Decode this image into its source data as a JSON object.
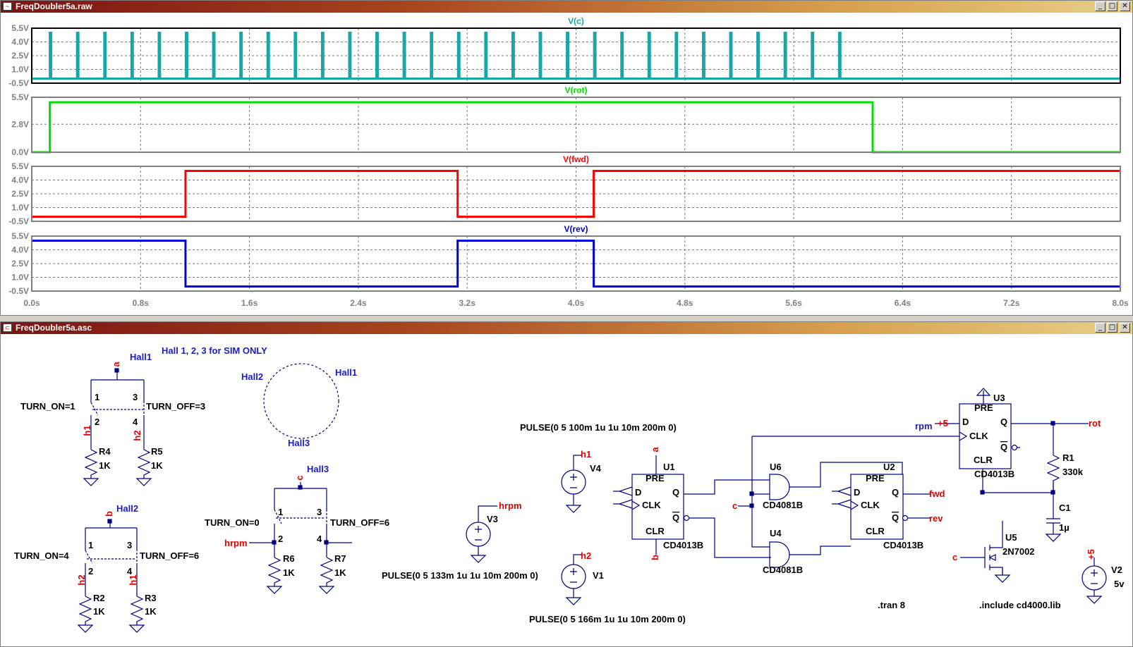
{
  "waveform_window": {
    "title": "FreqDoubler5a.raw",
    "buttons": {
      "minimize": "_",
      "maximize": "□",
      "close": "✕"
    }
  },
  "schematic_window": {
    "title": "FreqDoubler5a.asc",
    "buttons": {
      "minimize": "_",
      "maximize": "□",
      "close": "✕"
    }
  },
  "chart_data": [
    {
      "type": "line",
      "title": "V(c)",
      "color": "#1aa6a6",
      "ylim": [
        -0.5,
        5.5
      ],
      "ytick_labels": [
        "5.5V",
        "4.0V",
        "2.5V",
        "1.0V",
        "-0.5V"
      ],
      "ytick_values": [
        5.5,
        4.0,
        2.5,
        1.0,
        -0.5
      ],
      "xlim": [
        0,
        8
      ],
      "xtick_labels": [
        "0.0s",
        "0.8s",
        "1.6s",
        "2.4s",
        "3.2s",
        "4.0s",
        "4.8s",
        "5.6s",
        "6.4s",
        "7.2s",
        "8.0s"
      ],
      "pulses": {
        "start": 0.133,
        "period": 0.2,
        "width": 0.01,
        "count": 30,
        "low": 0,
        "high": 5
      }
    },
    {
      "type": "line",
      "title": "V(rot)",
      "color": "#00e000",
      "ylim": [
        0,
        5.5
      ],
      "ytick_labels": [
        "5.5V",
        "2.8V",
        "0.0V"
      ],
      "ytick_values": [
        5.5,
        2.8,
        0.0
      ],
      "xlim": [
        0,
        8
      ],
      "steps": [
        [
          0,
          0
        ],
        [
          0.133,
          5
        ],
        [
          6.18,
          0
        ],
        [
          8,
          0
        ]
      ]
    },
    {
      "type": "line",
      "title": "V(fwd)",
      "color": "#ff0000",
      "ylim": [
        -0.5,
        5.5
      ],
      "ytick_labels": [
        "5.5V",
        "4.0V",
        "2.5V",
        "1.0V",
        "-0.5V"
      ],
      "ytick_values": [
        5.5,
        4.0,
        2.5,
        1.0,
        -0.5
      ],
      "xlim": [
        0,
        8
      ],
      "steps": [
        [
          0,
          0
        ],
        [
          1.13,
          5
        ],
        [
          3.13,
          0
        ],
        [
          4.13,
          5
        ],
        [
          8,
          5
        ]
      ]
    },
    {
      "type": "line",
      "title": "V(rev)",
      "color": "#0000e0",
      "ylim": [
        -0.5,
        5.5
      ],
      "ytick_labels": [
        "5.5V",
        "4.0V",
        "2.5V",
        "1.0V",
        "-0.5V"
      ],
      "ytick_values": [
        5.5,
        4.0,
        2.5,
        1.0,
        -0.5
      ],
      "xlim": [
        0,
        8
      ],
      "steps": [
        [
          0,
          5
        ],
        [
          1.13,
          0
        ],
        [
          3.13,
          5
        ],
        [
          4.13,
          0
        ],
        [
          8,
          0
        ]
      ]
    }
  ],
  "schematic": {
    "comment": "Hall 1, 2, 3 for SIM ONLY",
    "circle_labels": {
      "hall1": "Hall1",
      "hall2": "Hall2",
      "hall3": "Hall3"
    },
    "switches": [
      {
        "hall": "Hall1",
        "node": "a",
        "on": "TURN_ON=1",
        "off": "TURN_OFF=3",
        "pins": [
          "1",
          "2",
          "3",
          "4"
        ],
        "net_left": "h1",
        "net_right": "h2",
        "r_left": "R4",
        "r_right": "R5",
        "val": "1K"
      },
      {
        "hall": "Hall2",
        "node": "b",
        "on": "TURN_ON=4",
        "off": "TURN_OFF=6",
        "pins": [
          "1",
          "2",
          "3",
          "4"
        ],
        "net_left": "h2",
        "net_right": "h1",
        "r_left": "R2",
        "r_right": "R3",
        "val": "1K"
      },
      {
        "hall": "Hall3",
        "node": "c",
        "on": "TURN_ON=0",
        "off": "TURN_OFF=6",
        "pins": [
          "1",
          "2",
          "3",
          "4"
        ],
        "net_left": "hrpm",
        "r_left": "R6",
        "r_right": "R7",
        "val": "1K"
      }
    ],
    "sources": {
      "v3": {
        "name": "V3",
        "net": "hrpm",
        "pulse": "PULSE(0 5 133m 1u 1u 10m 200m 0)"
      },
      "v4": {
        "name": "V4",
        "net": "h1",
        "pulse": "PULSE(0 5 100m 1u 1u 10m 200m 0)"
      },
      "v1": {
        "name": "V1",
        "net": "h2",
        "pulse": "PULSE(0 5 166m 1u 1u 10m 200m 0)"
      },
      "v2": {
        "name": "V2",
        "net": "+5",
        "value": "5v"
      }
    },
    "ff_pins": {
      "pre": "PRE",
      "d": "D",
      "clk": "CLK",
      "q": "Q",
      "qbar": "Q",
      "clr": "CLR"
    },
    "u1": {
      "name": "U1",
      "part": "CD4013B",
      "net_top": "a",
      "net_bottom": "b"
    },
    "u2": {
      "name": "U2",
      "part": "CD4013B",
      "out_q": "fwd",
      "out_qbar": "rev"
    },
    "u3": {
      "name": "U3",
      "part": "CD4013B",
      "net_rpm": "rpm",
      "net_pwr": "+5",
      "out": "rot"
    },
    "u6": {
      "name": "U6",
      "part": "CD4081B",
      "net_c": "c"
    },
    "u4": {
      "name": "U4",
      "part": "CD4081B"
    },
    "u5": {
      "name": "U5",
      "part": "2N7002",
      "net_gate": "c"
    },
    "r1": {
      "name": "R1",
      "value": "330k"
    },
    "c1": {
      "name": "C1",
      "value": "1µ"
    },
    "directives": {
      "tran": ".tran 8",
      "include": ".include cd4000.lib"
    }
  }
}
